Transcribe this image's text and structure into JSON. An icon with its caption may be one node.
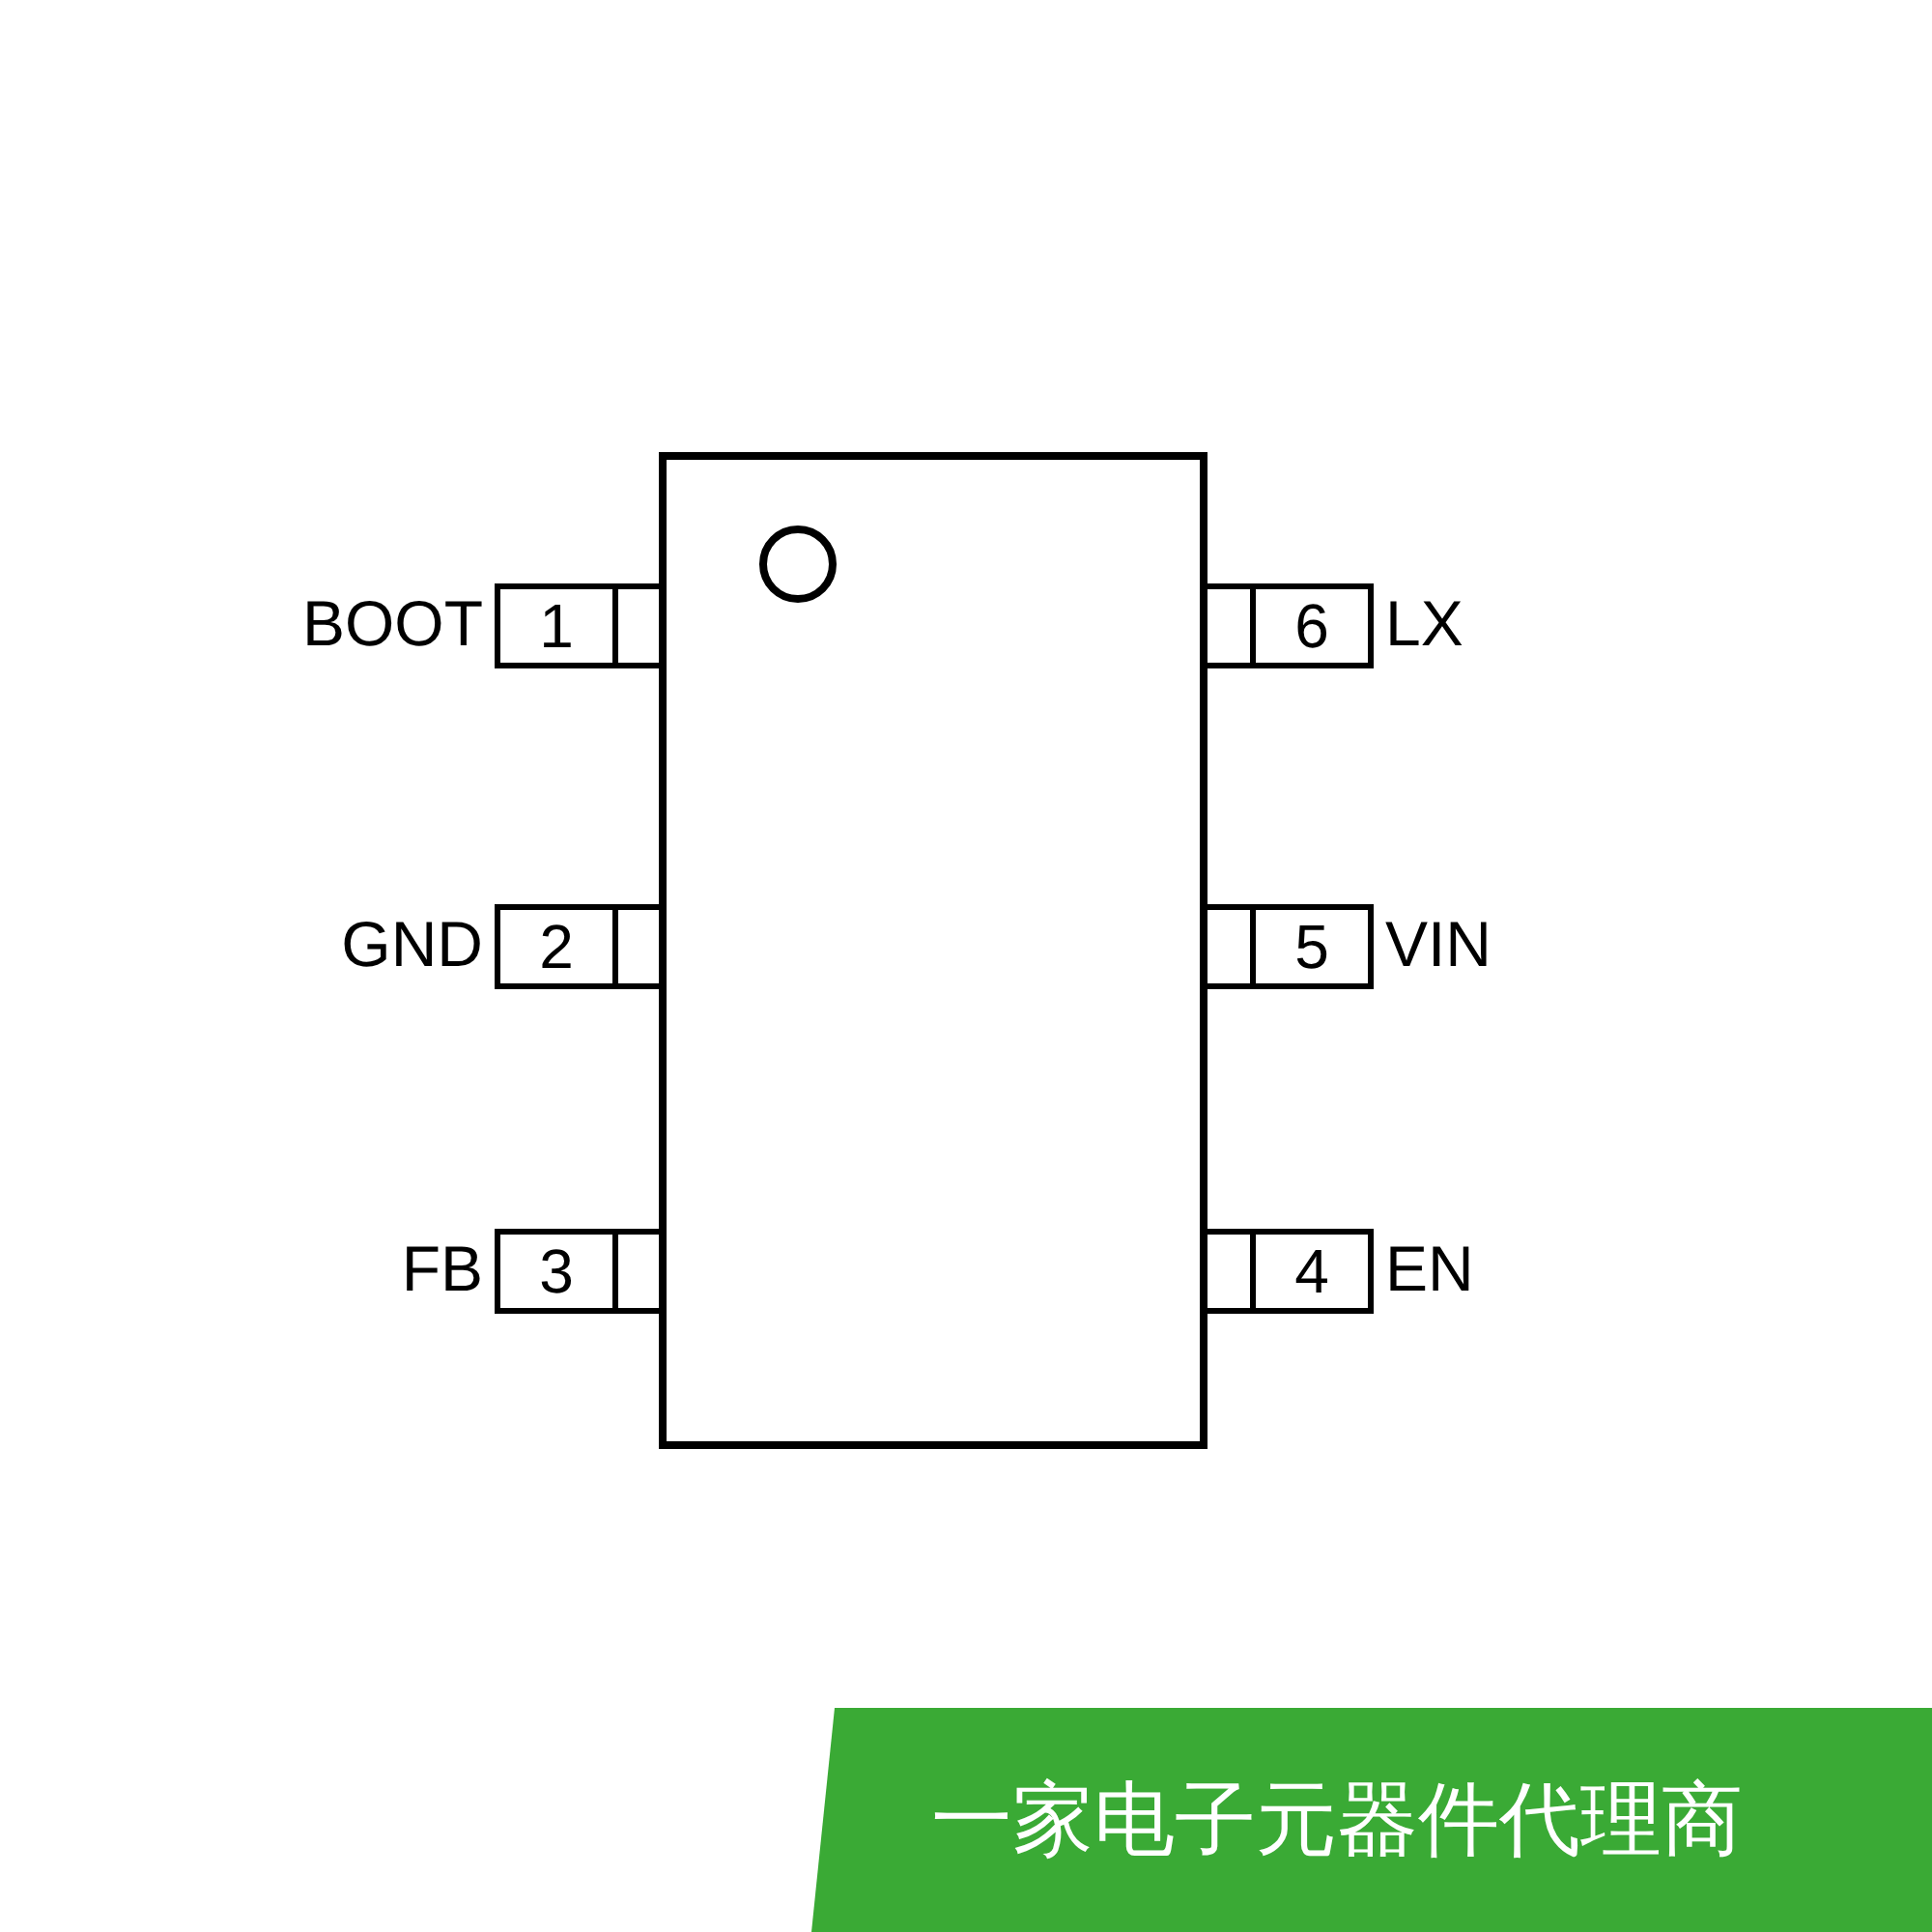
{
  "diagram": {
    "nodes": [
      {
        "text": [],
        "shape": "box"
      },
      {
        "text": [
          "1"
        ],
        "beside": [
          "BOOT"
        ]
      },
      {
        "text": [
          "6"
        ],
        "beside": [
          "LX"
        ]
      },
      {
        "text": [
          "2"
        ],
        "beside": [
          "GND"
        ]
      },
      {
        "text": [
          "5"
        ],
        "beside": [
          "VIN"
        ]
      },
      {
        "text": [
          "3"
        ],
        "beside": [
          "FB"
        ]
      },
      {
        "text": [
          "4"
        ],
        "beside": [
          "EN"
        ]
      }
    ],
    "labels": [
      "一家电子元器件代理商"
    ]
  }
}
